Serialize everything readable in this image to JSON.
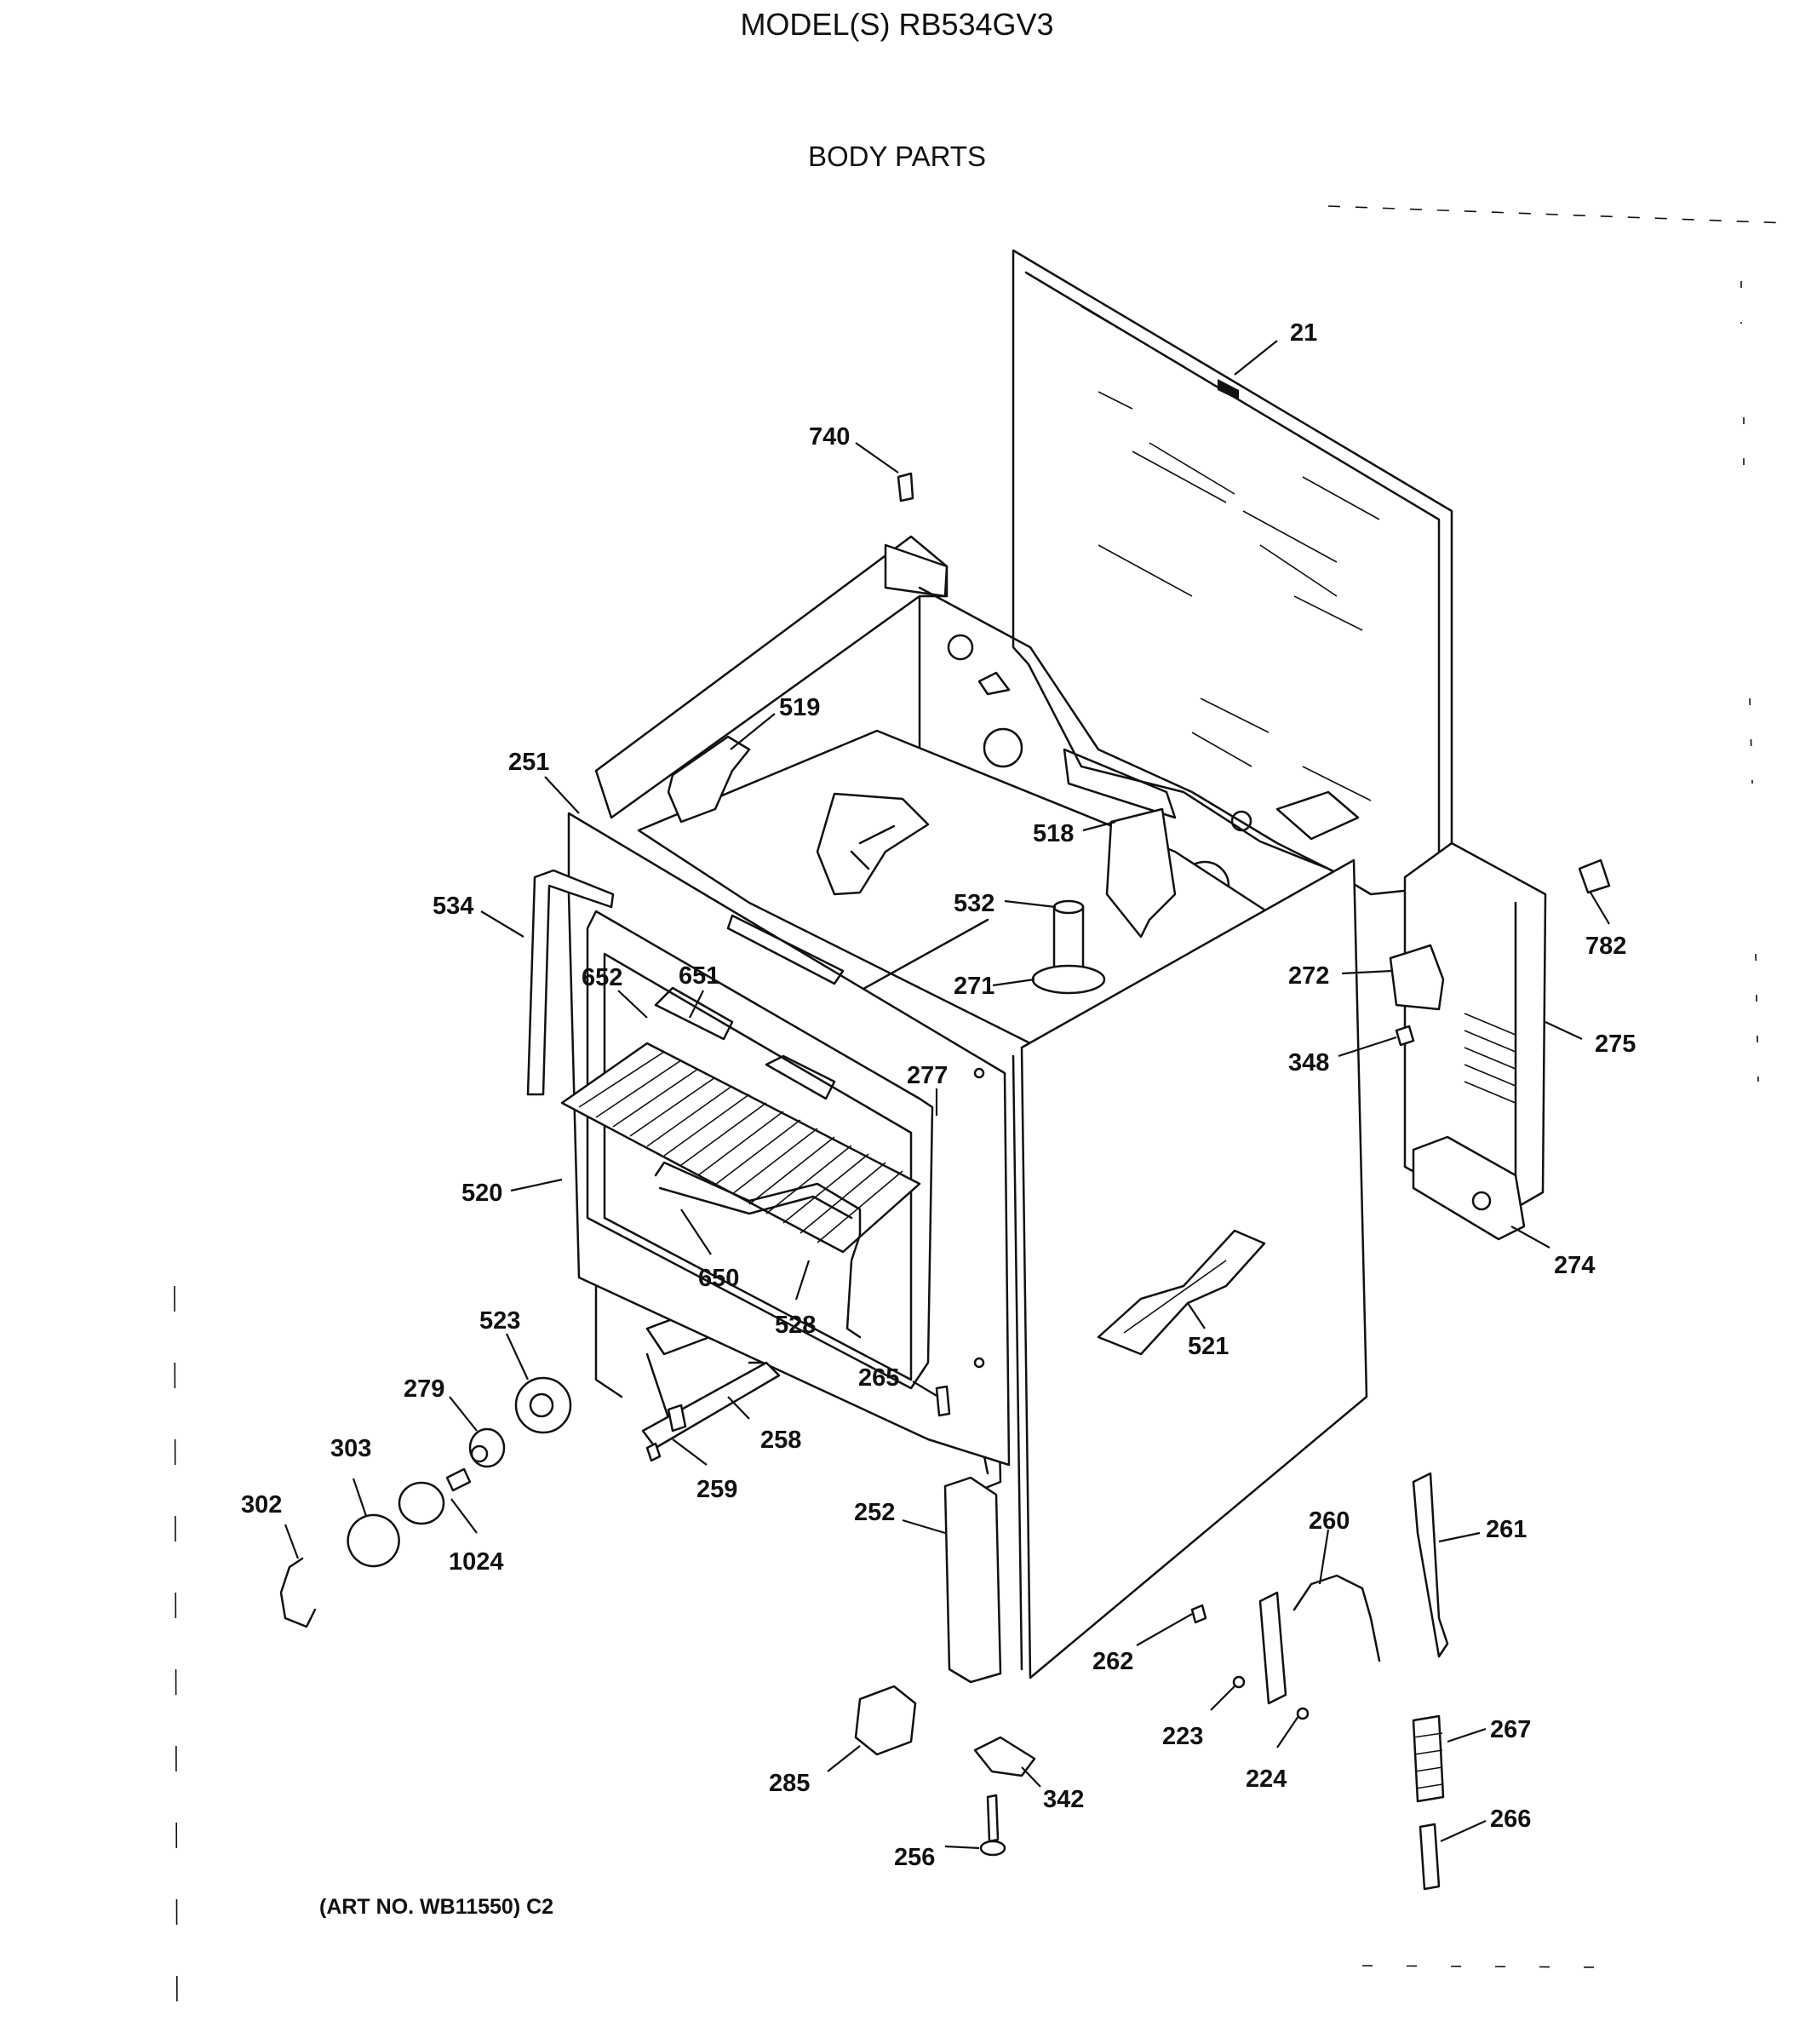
{
  "header": {
    "title": "MODEL(S) RB534GV3",
    "subtitle": "BODY PARTS"
  },
  "footer": {
    "art_number": "(ART NO. WB11550) C2"
  },
  "callouts": [
    {
      "id": "c21",
      "label": "21"
    },
    {
      "id": "c740",
      "label": "740"
    },
    {
      "id": "c519",
      "label": "519"
    },
    {
      "id": "c251",
      "label": "251"
    },
    {
      "id": "c518",
      "label": "518"
    },
    {
      "id": "c534",
      "label": "534"
    },
    {
      "id": "c532",
      "label": "532"
    },
    {
      "id": "c782",
      "label": "782"
    },
    {
      "id": "c271",
      "label": "271"
    },
    {
      "id": "c652",
      "label": "652"
    },
    {
      "id": "c651",
      "label": "651"
    },
    {
      "id": "c272",
      "label": "272"
    },
    {
      "id": "c275",
      "label": "275"
    },
    {
      "id": "c348",
      "label": "348"
    },
    {
      "id": "c277",
      "label": "277"
    },
    {
      "id": "c520",
      "label": "520"
    },
    {
      "id": "c274",
      "label": "274"
    },
    {
      "id": "c650",
      "label": "650"
    },
    {
      "id": "c523",
      "label": "523"
    },
    {
      "id": "c528",
      "label": "528"
    },
    {
      "id": "c521",
      "label": "521"
    },
    {
      "id": "c279",
      "label": "279"
    },
    {
      "id": "c265",
      "label": "265"
    },
    {
      "id": "c258",
      "label": "258"
    },
    {
      "id": "c303",
      "label": "303"
    },
    {
      "id": "c259",
      "label": "259"
    },
    {
      "id": "c302",
      "label": "302"
    },
    {
      "id": "c252",
      "label": "252"
    },
    {
      "id": "c260",
      "label": "260"
    },
    {
      "id": "c261",
      "label": "261"
    },
    {
      "id": "c1024",
      "label": "1024"
    },
    {
      "id": "c262",
      "label": "262"
    },
    {
      "id": "c223",
      "label": "223"
    },
    {
      "id": "c267",
      "label": "267"
    },
    {
      "id": "c285",
      "label": "285"
    },
    {
      "id": "c224",
      "label": "224"
    },
    {
      "id": "c342",
      "label": "342"
    },
    {
      "id": "c266",
      "label": "266"
    },
    {
      "id": "c256",
      "label": "256"
    }
  ]
}
